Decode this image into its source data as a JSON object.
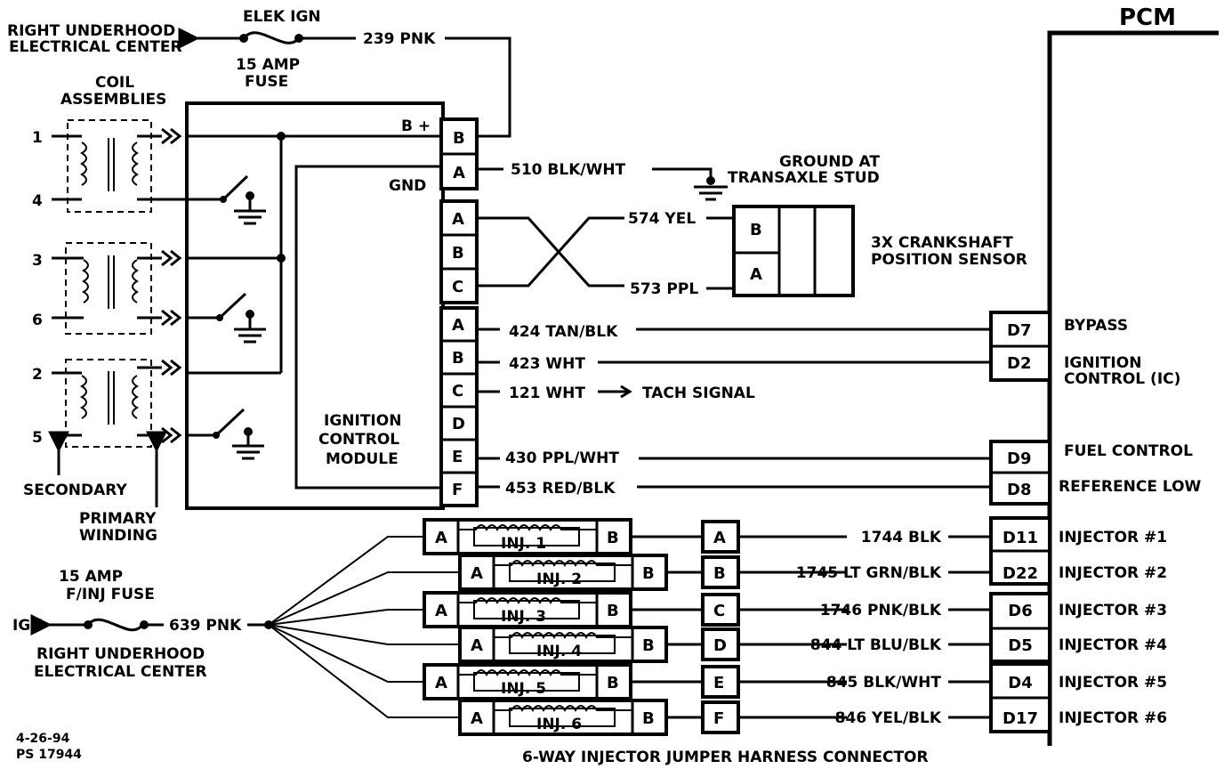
{
  "fuse_top": {
    "left_label_1": "RIGHT UNDERHOOD",
    "left_label_2": "ELECTRICAL CENTER",
    "title": "ELEK IGN",
    "rating_1": "15 AMP",
    "rating_2": "FUSE",
    "wire": "239 PNK"
  },
  "coils": {
    "title_1": "COIL",
    "title_2": "ASSEMBLIES",
    "numbers": [
      "1",
      "4",
      "3",
      "6",
      "2",
      "5"
    ],
    "secondary": "SECONDARY",
    "primary_1": "PRIMARY",
    "primary_2": "WINDING"
  },
  "icm": {
    "name_1": "IGNITION",
    "name_2": "CONTROL",
    "name_3": "MODULE",
    "bplus": "B +",
    "gnd": "GND",
    "power_pins": [
      "B",
      "A"
    ],
    "sensor_pins": [
      "A",
      "B",
      "C"
    ],
    "out_pins": [
      "A",
      "B",
      "C",
      "D",
      "E",
      "F"
    ]
  },
  "ground": {
    "wire": "510  BLK/WHT",
    "label_1": "GROUND AT",
    "label_2": "TRANSAXLE STUD"
  },
  "crank_sensor": {
    "wire_1": "574 YEL",
    "wire_2": "573 PPL",
    "pins": [
      "B",
      "A"
    ],
    "label_1": "3X CRANKSHAFT",
    "label_2": "POSITION SENSOR"
  },
  "icm_wires": [
    "424 TAN/BLK",
    "423 WHT",
    "121 WHT",
    "430 PPL/WHT",
    "453 RED/BLK"
  ],
  "tach": "TACH SIGNAL",
  "pcm": {
    "title": "PCM",
    "pins": [
      "D7",
      "D2",
      "D9",
      "D8"
    ],
    "labels": [
      "BYPASS",
      "IGNITION",
      "CONTROL (IC)",
      "FUEL CONTROL",
      "REFERENCE LOW"
    ]
  },
  "injectors": {
    "names": [
      "INJ. 1",
      "INJ. 2",
      "INJ. 3",
      "INJ. 4",
      "INJ. 5",
      "INJ. 6"
    ],
    "pin_a": "A",
    "pin_b": "B",
    "harness_pins": [
      "A",
      "B",
      "C",
      "D",
      "E",
      "F"
    ],
    "wires": [
      "1744 BLK",
      "1745 LT GRN/BLK",
      "1746 PNK/BLK",
      "844 LT BLU/BLK",
      "845 BLK/WHT",
      "846 YEL/BLK"
    ],
    "pcm_pins": [
      "D11",
      "D22",
      "D6",
      "D5",
      "D4",
      "D17"
    ],
    "pcm_labels": [
      "INJECTOR #1",
      "INJECTOR #2",
      "INJECTOR #3",
      "INJECTOR #4",
      "INJECTOR #5",
      "INJECTOR #6"
    ],
    "harness_label": "6-WAY INJECTOR JUMPER HARNESS CONNECTOR"
  },
  "fuse_inj": {
    "rating_1": "15 AMP",
    "rating_2": "F/INJ FUSE",
    "ign": "IGN",
    "wire": "639 PNK",
    "center_1": "RIGHT UNDERHOOD",
    "center_2": "ELECTRICAL CENTER"
  },
  "footer": {
    "date": "4-26-94",
    "code": "PS 17944"
  }
}
